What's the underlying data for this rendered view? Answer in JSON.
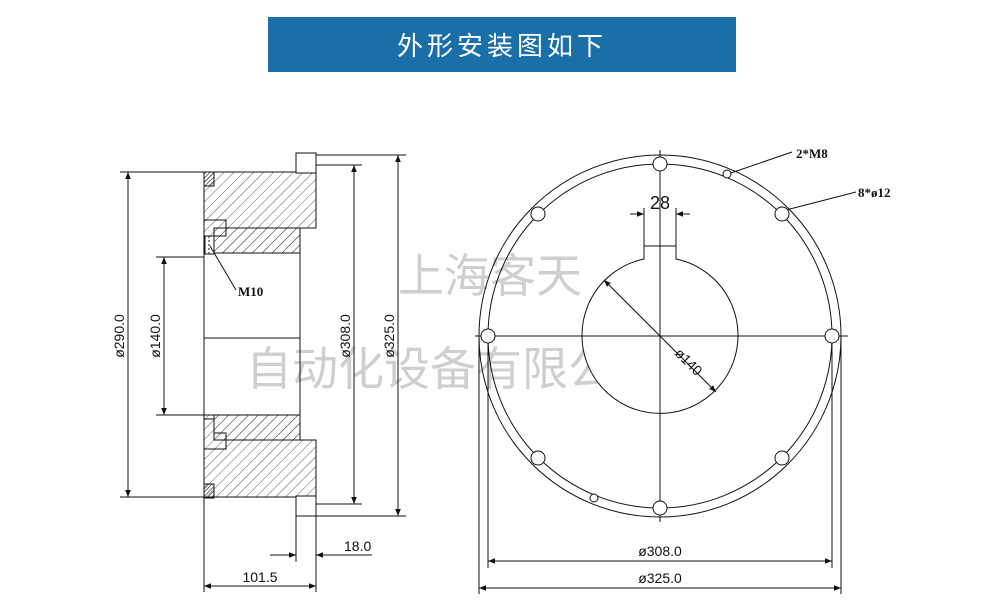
{
  "header": {
    "title": "外形安装图如下"
  },
  "watermark": {
    "line1": "上海客天",
    "line2": "自动化设备有限公司"
  },
  "side_view": {
    "dim_outer_diameter": "ø290.0",
    "dim_bore": "ø140.0",
    "dim_308": "ø308.0",
    "dim_325": "ø325.0",
    "dim_flange_width": "18.0",
    "dim_overall_length": "101.5",
    "thread_label": "M10"
  },
  "front_view": {
    "keyway_width": "28",
    "bore_label": "ø140",
    "tapped_holes_label": "2*M8",
    "through_holes_label": "8*ø12",
    "dim_308": "ø308.0",
    "dim_325": "ø325.0"
  }
}
